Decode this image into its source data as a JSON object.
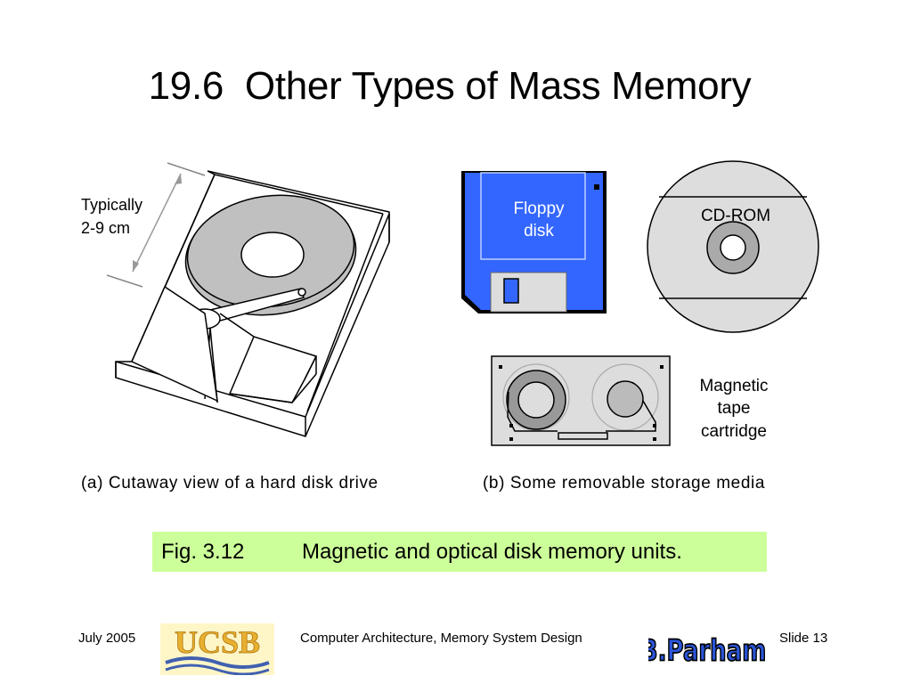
{
  "title": "19.6  Other Types of Mass Memory",
  "figure": {
    "dimension_label_line1": "Typically",
    "dimension_label_line2": "2-9 cm",
    "floppy_label_line1": "Floppy",
    "floppy_label_line2": "disk",
    "cdrom_label": "CD-ROM",
    "tape_label_line1": "Magnetic",
    "tape_label_line2": "tape",
    "tape_label_line3": "cartridge",
    "caption_a": "(a) Cutaway view of a hard disk drive",
    "caption_b": "(b) Some removable storage media"
  },
  "fig_caption": {
    "number": "Fig. 3.12",
    "text": "Magnetic and optical disk memory units."
  },
  "footer": {
    "date": "July 2005",
    "course": "Computer Architecture, Memory System Design",
    "slide": "Slide 13",
    "ucsb_logo_text": "UCSB",
    "author_logo_text": "B.Parhami"
  },
  "colors": {
    "floppy_blue": "#3366ff",
    "caption_bg": "#ccff99",
    "logo_gold": "#e8b030",
    "author_blue": "#2a55d8"
  }
}
